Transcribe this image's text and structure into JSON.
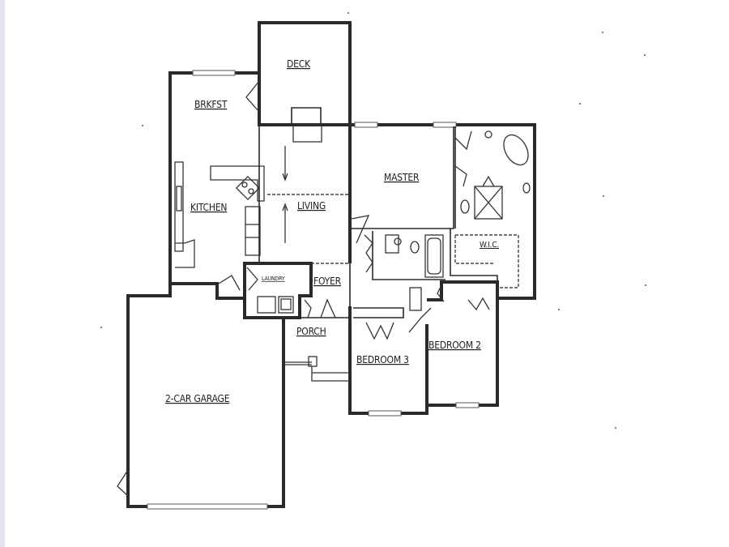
{
  "floor_plan": {
    "rooms": [
      {
        "id": "deck",
        "label": "DECK"
      },
      {
        "id": "brkfst",
        "label": "BRKFST"
      },
      {
        "id": "kitchen",
        "label": "KITCHEN"
      },
      {
        "id": "living",
        "label": "LIVING"
      },
      {
        "id": "master",
        "label": "MASTER"
      },
      {
        "id": "wic",
        "label": "W.I.C."
      },
      {
        "id": "laundry",
        "label": "LAUNDRY"
      },
      {
        "id": "foyer",
        "label": "FOYER"
      },
      {
        "id": "porch",
        "label": "PORCH"
      },
      {
        "id": "bedroom3",
        "label": "BEDROOM 3"
      },
      {
        "id": "bedroom2",
        "label": "BEDROOM 2"
      },
      {
        "id": "garage",
        "label": "2-CAR GARAGE"
      }
    ]
  },
  "colors": {
    "background": "#ffffff",
    "wall": "#2a2a2a",
    "edge_strip": "#e4e3ee"
  }
}
